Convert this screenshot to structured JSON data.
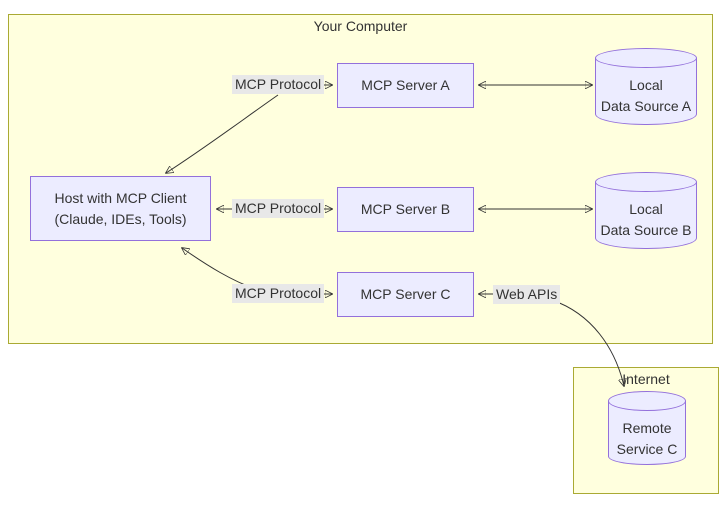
{
  "diagram": {
    "clusters": {
      "your_computer": {
        "title": "Your Computer"
      },
      "internet": {
        "title": "Internet"
      }
    },
    "nodes": {
      "host": {
        "line1": "Host with MCP Client",
        "line2": "(Claude, IDEs, Tools)"
      },
      "server_a": {
        "label": "MCP Server A"
      },
      "server_b": {
        "label": "MCP Server B"
      },
      "server_c": {
        "label": "MCP Server C"
      },
      "data_source_a": {
        "line1": "Local",
        "line2": "Data Source A"
      },
      "data_source_b": {
        "line1": "Local",
        "line2": "Data Source B"
      },
      "remote_service_c": {
        "line1": "Remote",
        "line2": "Service C"
      }
    },
    "edge_labels": {
      "protocol_a": "MCP Protocol",
      "protocol_b": "MCP Protocol",
      "protocol_c": "MCP Protocol",
      "web_apis": "Web APIs"
    },
    "colors": {
      "cluster_fill": "#ffffde",
      "cluster_border": "#aaaa33",
      "node_fill": "#ececff",
      "node_border": "#9370db",
      "edge_label_bg": "#e8e8e8",
      "line": "#333333",
      "text": "#333333",
      "background": "#ffffff"
    }
  }
}
